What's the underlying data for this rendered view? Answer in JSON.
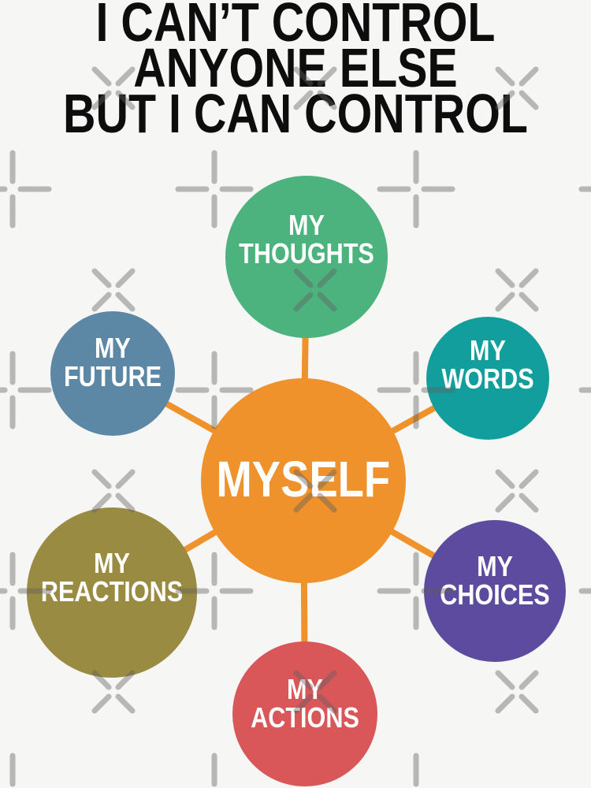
{
  "page": {
    "background": "#F6F6F5"
  },
  "title": {
    "color": "#0D0D0D",
    "lines": [
      "I CAN’T CONTROL",
      "ANYONE ELSE",
      "BUT I CAN CONTROL"
    ]
  },
  "diagram": {
    "connector_color": "#F0922B",
    "center": {
      "label": "MYSELF",
      "color": "#F0922B"
    },
    "nodes": [
      {
        "id": "thoughts",
        "position": "top",
        "line1": "MY",
        "line2": "THOUGHTS",
        "color": "#4DB37E"
      },
      {
        "id": "words",
        "position": "upper-right",
        "line1": "MY",
        "line2": "WORDS",
        "color": "#129E9C"
      },
      {
        "id": "choices",
        "position": "lower-right",
        "line1": "MY",
        "line2": "CHOICES",
        "color": "#5C4B9E"
      },
      {
        "id": "actions",
        "position": "bottom",
        "line1": "MY",
        "line2": "ACTIONS",
        "color": "#D95659"
      },
      {
        "id": "reactions",
        "position": "lower-left",
        "line1": "MY",
        "line2": "REACTIONS",
        "color": "#9A8B42"
      },
      {
        "id": "future",
        "position": "upper-left",
        "line1": "MY",
        "line2": "FUTURE",
        "color": "#5C87A5"
      }
    ]
  },
  "watermark": {
    "color": "#5F5F5F",
    "opacity": 0.42,
    "glyphs": [
      "x-mark",
      "plus-mark"
    ]
  }
}
